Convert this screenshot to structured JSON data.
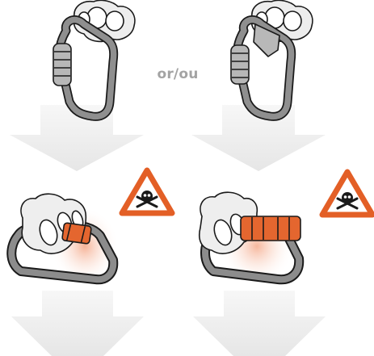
{
  "separator_text": "or/ou",
  "colors": {
    "arrow_fill": "#e9e9e9",
    "danger_orange": "#e35f26",
    "carabiner_grey": "#8c8c8c",
    "gate_orange": "#e4662f",
    "shadow_orange": "#f7c5b0"
  },
  "icons": [
    "top-left-carabiner",
    "top-right-carabiner",
    "down-arrow-icon",
    "danger-skull-warning-icon",
    "cross-loaded-carabiner",
    "gate-loaded-carabiner"
  ]
}
